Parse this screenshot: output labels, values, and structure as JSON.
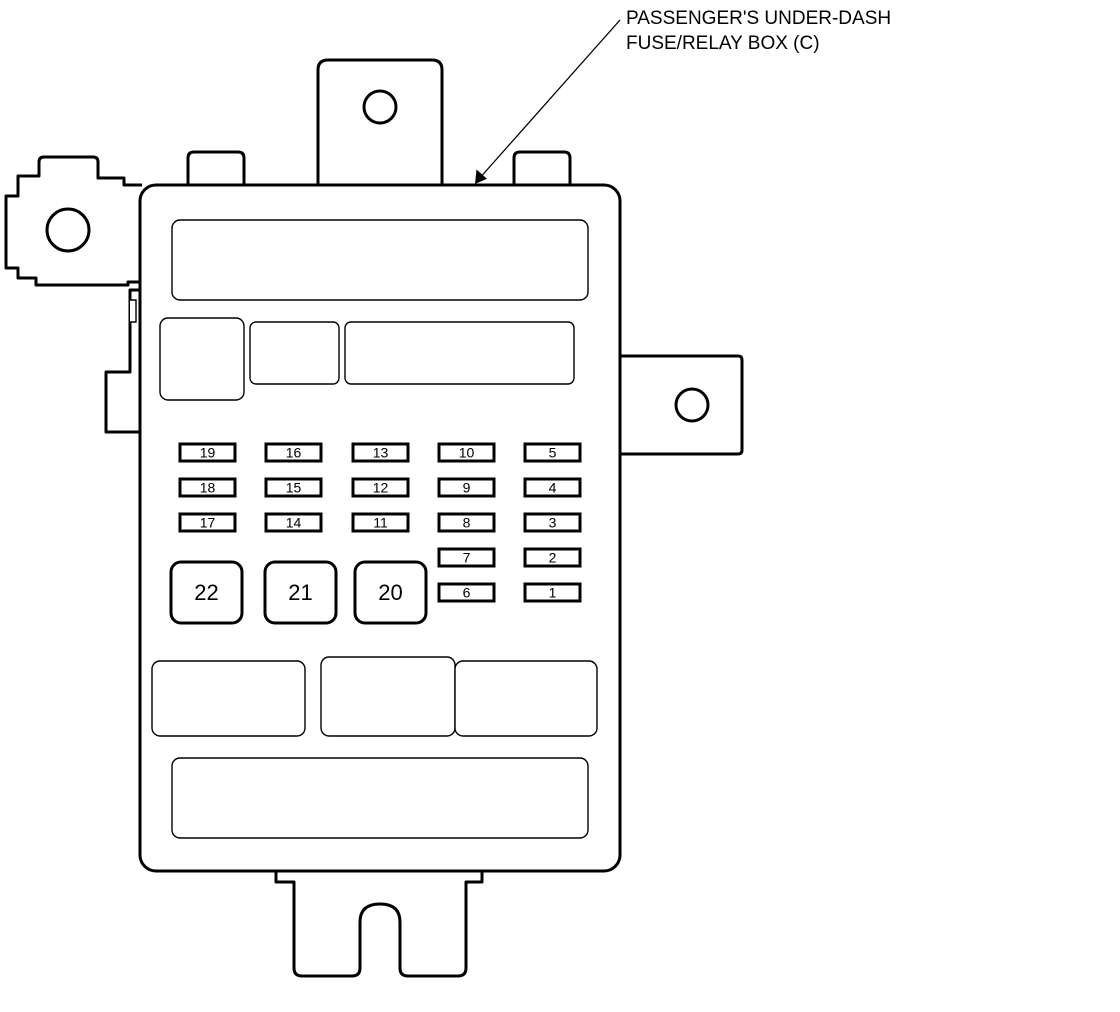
{
  "callout": {
    "line1": "PASSENGER'S UNDER-DASH",
    "line2": "FUSE/RELAY BOX (C)"
  },
  "fuses": [
    {
      "id": "1",
      "label": "1"
    },
    {
      "id": "2",
      "label": "2"
    },
    {
      "id": "3",
      "label": "3"
    },
    {
      "id": "4",
      "label": "4"
    },
    {
      "id": "5",
      "label": "5"
    },
    {
      "id": "6",
      "label": "6"
    },
    {
      "id": "7",
      "label": "7"
    },
    {
      "id": "8",
      "label": "8"
    },
    {
      "id": "9",
      "label": "9"
    },
    {
      "id": "10",
      "label": "10"
    },
    {
      "id": "11",
      "label": "11"
    },
    {
      "id": "12",
      "label": "12"
    },
    {
      "id": "13",
      "label": "13"
    },
    {
      "id": "14",
      "label": "14"
    },
    {
      "id": "15",
      "label": "15"
    },
    {
      "id": "16",
      "label": "16"
    },
    {
      "id": "17",
      "label": "17"
    },
    {
      "id": "18",
      "label": "18"
    },
    {
      "id": "19",
      "label": "19"
    }
  ],
  "relays": [
    {
      "id": "20",
      "label": "20"
    },
    {
      "id": "21",
      "label": "21"
    },
    {
      "id": "22",
      "label": "22"
    }
  ]
}
